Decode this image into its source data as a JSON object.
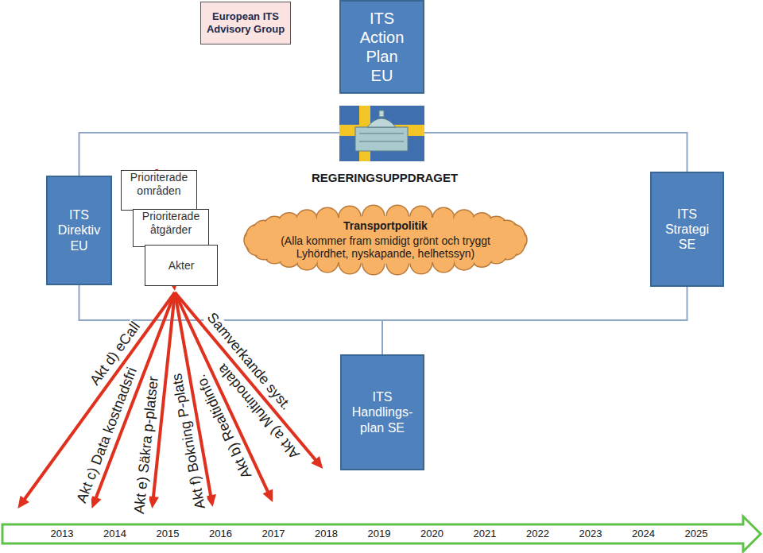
{
  "diagram": {
    "nodes": [
      {
        "text": [
          "European ITS Advisory Group"
        ]
      },
      {
        "text": [
          "ITS Action Plan EU"
        ]
      },
      {
        "text": [
          "ITS Direktiv EU"
        ]
      },
      {
        "text": [
          "Prioriterade områden"
        ]
      },
      {
        "text": [
          "Prioriterade åtgärder"
        ]
      },
      {
        "text": [
          "Akter"
        ]
      },
      {
        "text": [
          "Transportpolitik",
          "(Alla kommer fram smidigt grönt och tryggt Lyhördhet, nyskapande, helhetssyn)"
        ]
      },
      {
        "text": [
          "ITS Strategi SE"
        ]
      },
      {
        "text": [
          "ITS Handlings- plan SE"
        ]
      }
    ],
    "edges": [
      {
        "from": 2,
        "to": 7,
        "arrow": "none"
      },
      {
        "from": 2,
        "to": 8,
        "arrow": "none"
      },
      {
        "from": 7,
        "to": 8,
        "arrow": "none"
      }
    ],
    "labels": [
      "REGERINGSUPPDRAGET",
      "Akt d) eCall",
      "Akt c) Data kostnadsfri",
      "Akt e) Säkra p-platser",
      "Akt f) Bokning P-plats",
      "Akt b) Realtidinfo.",
      "Akt a) Multimodala",
      "Samverkande syst.",
      "2013",
      "2014",
      "2015",
      "2016",
      "2017",
      "2018",
      "2019",
      "2020",
      "2021",
      "2022",
      "2023",
      "2024",
      "2025"
    ]
  }
}
